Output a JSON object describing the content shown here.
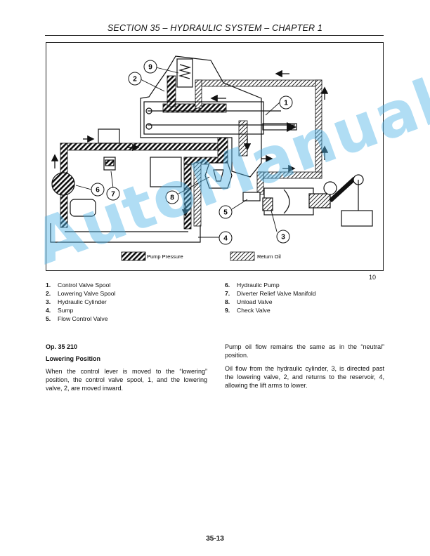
{
  "header": {
    "title": "SECTION 35 – HYDRAULIC SYSTEM – CHAPTER 1"
  },
  "figure": {
    "callouts": [
      "1",
      "2",
      "3",
      "4",
      "5",
      "6",
      "7",
      "8",
      "9"
    ],
    "legend": {
      "pump_pressure": "Pump Pressure",
      "return_oil": "Return Oil"
    },
    "figure_number": "10"
  },
  "components": {
    "left": [
      {
        "num": "1.",
        "label": "Control Valve Spool"
      },
      {
        "num": "2.",
        "label": "Lowering Valve Spool"
      },
      {
        "num": "3.",
        "label": "Hydraulic Cylinder"
      },
      {
        "num": "4.",
        "label": "Sump"
      },
      {
        "num": "5.",
        "label": "Flow Control Valve"
      }
    ],
    "right": [
      {
        "num": "6.",
        "label": "Hydraulic Pump"
      },
      {
        "num": "7.",
        "label": "Diverter Relief Valve Manifold"
      },
      {
        "num": "8.",
        "label": "Unload Valve"
      },
      {
        "num": "9.",
        "label": "Check Valve"
      }
    ]
  },
  "content": {
    "op_title": "Op. 35 210",
    "section_title": "Lowering Position",
    "left_paragraph": "When the control lever is moved to the “lowering” position, the control valve spool, 1, and the lowering valve, 2, are moved inward.",
    "right_paragraph_1": "Pump oil flow remains the same as in the “neutral” position.",
    "right_paragraph_2": "Oil flow from the hydraulic cylinder, 3, is directed past the lowering valve, 2, and returns to the reservoir, 4, allowing the lift arms to lower."
  },
  "footer": {
    "page_number": "35-13"
  },
  "watermark": {
    "text": "AutoManual"
  }
}
